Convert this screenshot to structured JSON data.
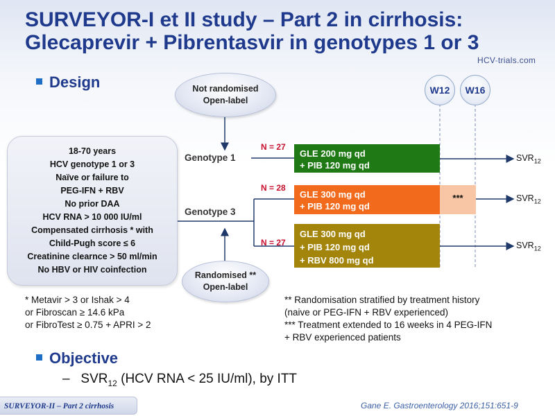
{
  "title": "SURVEYOR-I et II study – Part 2 in cirrhosis: Glecaprevir + Pibrentasvir in genotypes 1 or 3",
  "logo": {
    "left": "HCV",
    "sep": "-",
    "right": "trials",
    "suffix": ".com"
  },
  "design_label": "Design",
  "not_randomised": {
    "line1": "Not randomised",
    "line2": "Open-label"
  },
  "randomised": {
    "line1": "Randomised **",
    "line2": "Open-label"
  },
  "criteria": [
    "18-70 years",
    "HCV genotype 1 or 3",
    "Naïve or failure to",
    "PEG-IFN + RBV",
    "No prior DAA",
    "HCV RNA > 10 000 IU/ml",
    "Compensated cirrhosis * with",
    "Child-Pugh score ≤ 6",
    "Creatinine clearnce > 50 ml/min",
    "No HBV or HIV coinfection"
  ],
  "genotype1": "Genotype  1",
  "genotype3": "Genotype  3",
  "weeks": {
    "w12": "W12",
    "w16": "W16"
  },
  "arms": [
    {
      "n": "N = 27",
      "lines": [
        "GLE 200 mg qd",
        "+ PIB 120 mg qd"
      ],
      "color": "#1f7a16"
    },
    {
      "n": "N = 28",
      "lines": [
        "GLE 300 mg qd",
        "+ PIB 120 mg qd"
      ],
      "color": "#f26a1b",
      "extension": "***",
      "extension_color": "#f8c6a4"
    },
    {
      "n": "N = 27",
      "lines": [
        "GLE 300 mg qd",
        "+ PIB 120 mg qd",
        "+ RBV 800 mg qd"
      ],
      "color": "#a3850b"
    }
  ],
  "svr_label": "SVR",
  "svr_sub": "12",
  "footnote_left": [
    "* Metavir > 3 or Ishak > 4",
    "or Fibroscan ≥ 14.6 kPa",
    "or FibroTest ≥ 0.75 + APRI > 2"
  ],
  "footnote_right": [
    "** Randomisation stratified by treatment history",
    "(naive or PEG-IFN + RBV experienced)",
    "*** Treatment extended to 16 weeks in 4 PEG-IFN",
    "+ RBV experienced patients"
  ],
  "objective_label": "Objective",
  "objective": {
    "dash": "–",
    "svr": "SVR",
    "sub": "12",
    "rest": " (HCV RNA < 25 IU/ml), by ITT"
  },
  "footer": "SURVEYOR-II – Part 2 cirrhosis",
  "reference": "Gane E. Gastroenterology 2016;151:651-9",
  "colors": {
    "title": "#1f3a8c",
    "n_label": "#c8102e"
  }
}
